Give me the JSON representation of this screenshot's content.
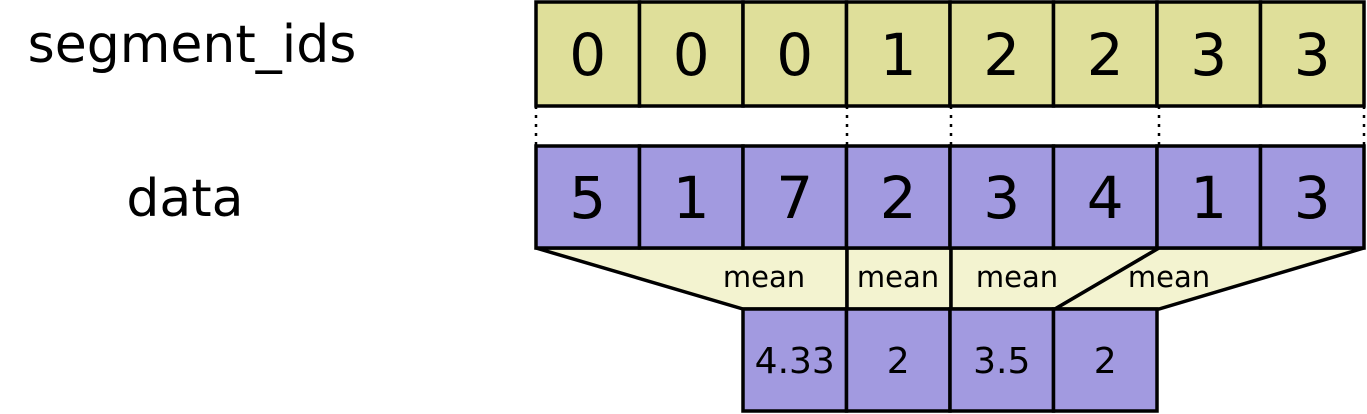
{
  "labels": {
    "segment_ids": "segment_ids",
    "data": "data"
  },
  "segment_ids": [
    "0",
    "0",
    "0",
    "1",
    "2",
    "2",
    "3",
    "3"
  ],
  "data_values": [
    "5",
    "1",
    "7",
    "2",
    "3",
    "4",
    "1",
    "3"
  ],
  "reduce_labels": [
    "mean",
    "mean",
    "mean",
    "mean"
  ],
  "results": [
    "4.33",
    "2",
    "3.5",
    "2"
  ],
  "colors": {
    "segment_fill": "#dfdf9a",
    "data_fill": "#a29ae0",
    "funnel_fill": "#f3f3d0",
    "result_fill": "#a29ae0",
    "stroke": "#000000"
  }
}
